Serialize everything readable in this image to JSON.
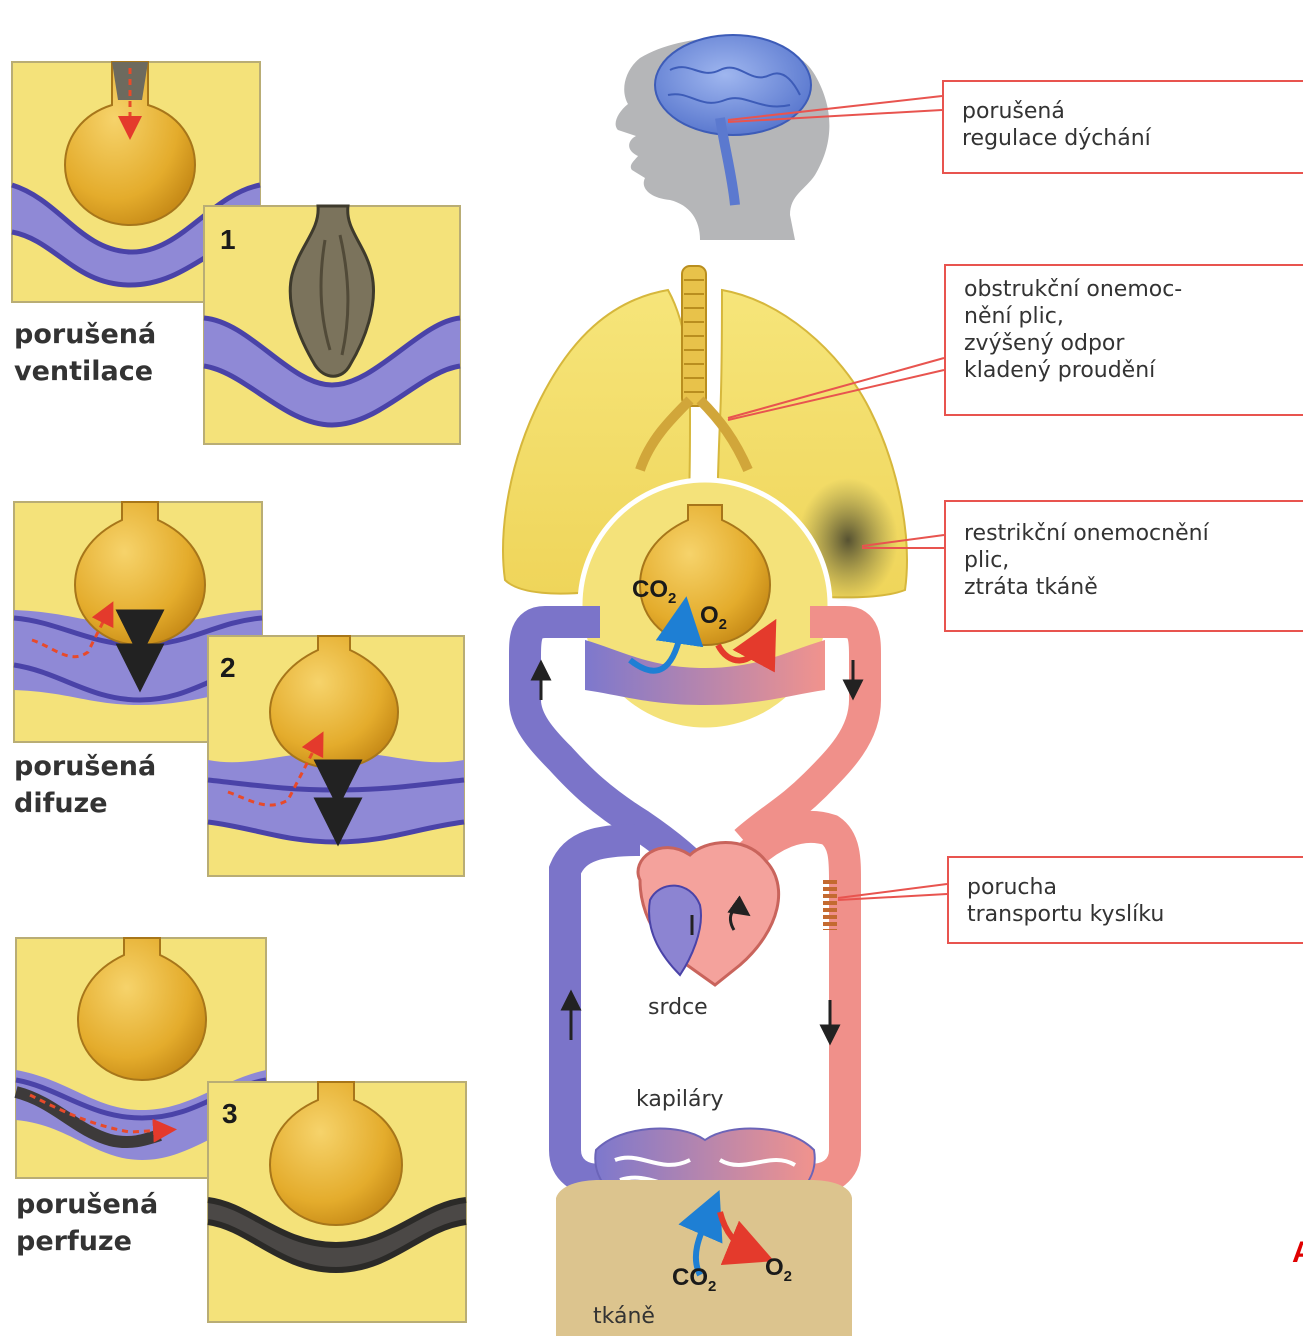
{
  "panels": [
    {
      "number": "1",
      "label_lines": [
        "porušená",
        "ventilace"
      ]
    },
    {
      "number": "2",
      "label_lines": [
        "porušená",
        "difuze"
      ]
    },
    {
      "number": "3",
      "label_lines": [
        "porušená",
        "perfuze"
      ]
    }
  ],
  "callouts": [
    {
      "lines": [
        "porušená",
        "regulace dýchání"
      ]
    },
    {
      "lines": [
        "obstrukční onemoc-",
        "nění plic,",
        "zvýšený odpor",
        "kladený proudění"
      ]
    },
    {
      "lines": [
        "restrikční onemocnění",
        "plic,",
        "ztráta tkáně"
      ]
    },
    {
      "lines": [
        "porucha",
        "transportu kyslíku"
      ]
    }
  ],
  "labels": {
    "heart": "srdce",
    "capillaries": "kapiláry",
    "tissue": "tkáně"
  },
  "gases": {
    "co2": "CO",
    "o2": "O",
    "sub": "2"
  },
  "corner_mark": "A",
  "colors": {
    "alveolus_yellow": "#f2de6a",
    "venous_blue": "#7b74c9",
    "arterial_red": "#f0908a",
    "callout_border": "#e8544f",
    "tissue_tan": "#dcc48e"
  }
}
